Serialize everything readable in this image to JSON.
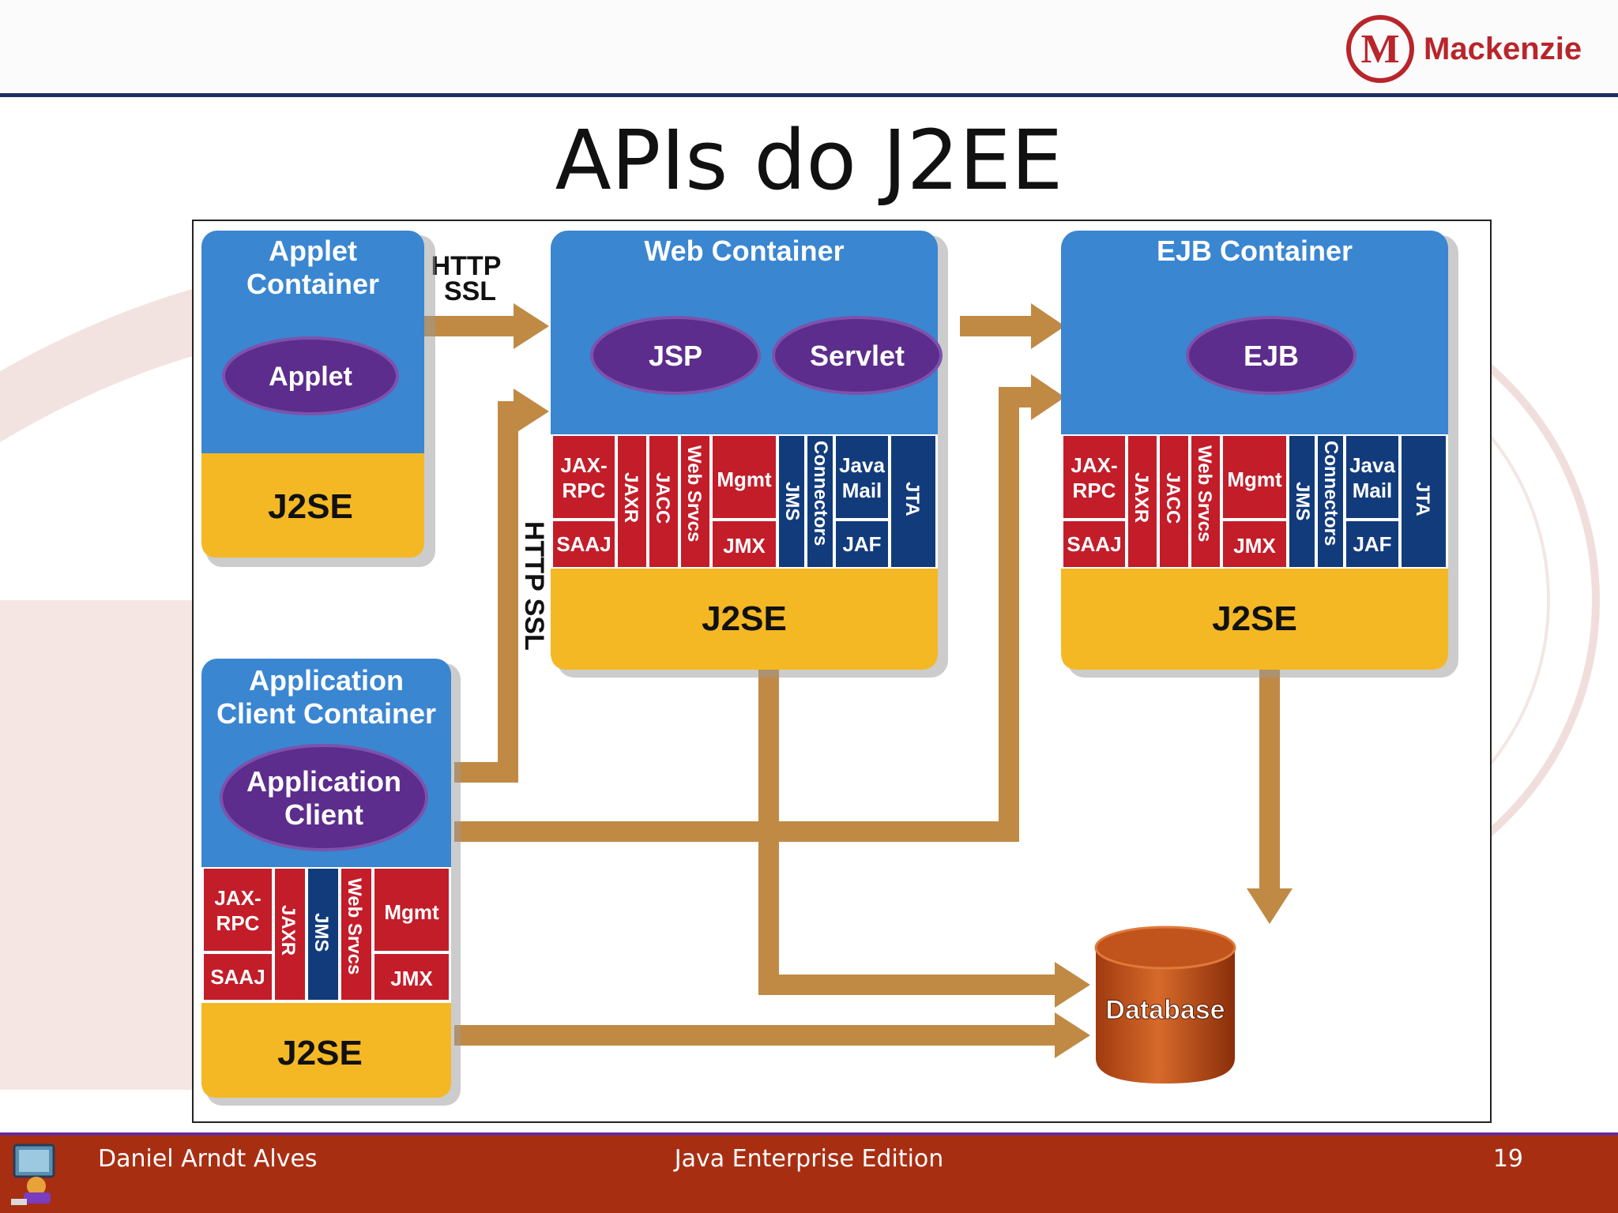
{
  "header": {
    "logo_text": "Mackenzie",
    "logo_letter": "M"
  },
  "slide": {
    "title": "APIs do J2EE"
  },
  "diagram": {
    "protocols": {
      "http_top_1": "HTTP",
      "http_top_2": "SSL",
      "http_vertical": "HTTP SSL"
    },
    "applet_container": {
      "title_1": "Applet",
      "title_2": "Container",
      "component": "Applet",
      "platform": "J2SE"
    },
    "web_container": {
      "title": "Web Container",
      "component_1": "JSP",
      "component_2": "Servlet",
      "platform": "J2SE"
    },
    "ejb_container": {
      "title": "EJB Container",
      "component": "EJB",
      "platform": "J2SE"
    },
    "app_client_container": {
      "title_1": "Application",
      "title_2": "Client Container",
      "component_1": "Application",
      "component_2": "Client",
      "platform": "J2SE"
    },
    "apis": {
      "jax": "JAX-",
      "rpc": "RPC",
      "saaj": "SAAJ",
      "jaxr": "JAXR",
      "jacc": "JACC",
      "websrvcs": "Web Srvcs",
      "mgmt": "Mgmt",
      "jmx": "JMX",
      "jms": "JMS",
      "connectors": "Connectors",
      "java": "Java",
      "mail": "Mail",
      "jaf": "JAF",
      "jta": "JTA"
    },
    "database": "Database"
  },
  "footer": {
    "author": "Daniel Arndt Alves",
    "course": "Java Enterprise Edition",
    "page": "19"
  }
}
